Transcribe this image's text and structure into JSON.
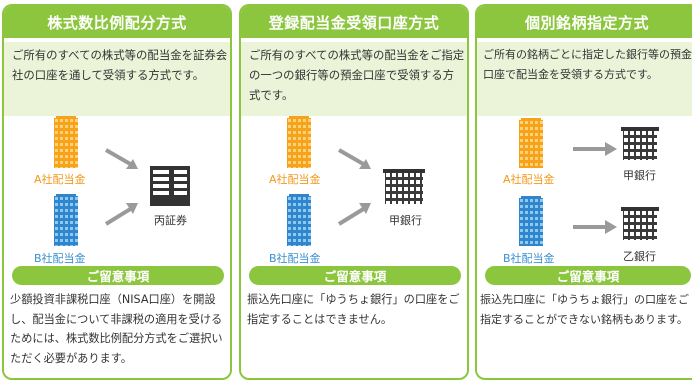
{
  "theme": {
    "accent": "#8cc63f",
    "light_bg": "#ebf4d9",
    "orange": "#f3981a",
    "blue": "#3a8fd0",
    "dark": "#333333"
  },
  "panels": [
    {
      "title": "株式数比例配分方式",
      "description": "ご所有のすべての株式等の配当金を証券会社の口座を通して受領する方式です。",
      "labels": {
        "a": "A社配当金",
        "b": "B社配当金",
        "dest": "丙証券"
      },
      "note_title": "ご留意事項",
      "note": "少額投資非課税口座（NISA口座）を開設し、配当金について非課税の適用を受けるためには、株式数比例配分方式をご選択いただく必要があります。"
    },
    {
      "title": "登録配当金受領口座方式",
      "description": "ご所有のすべての株式等の配当金をご指定の一つの銀行等の預金口座で受領する方式です。",
      "labels": {
        "a": "A社配当金",
        "b": "B社配当金",
        "dest": "甲銀行"
      },
      "note_title": "ご留意事項",
      "note": "振込先口座に「ゆうちょ銀行」の口座をご指定することはできません。"
    },
    {
      "title": "個別銘柄指定方式",
      "description": "ご所有の銘柄ごとに指定した銀行等の預金口座で配当金を受領する方式です。",
      "labels": {
        "a": "A社配当金",
        "b": "B社配当金",
        "dest_a": "甲銀行",
        "dest_b": "乙銀行"
      },
      "note_title": "ご留意事項",
      "note": "振込先口座に「ゆうちょ銀行」の口座をご指定することができない銘柄もあります。"
    }
  ]
}
